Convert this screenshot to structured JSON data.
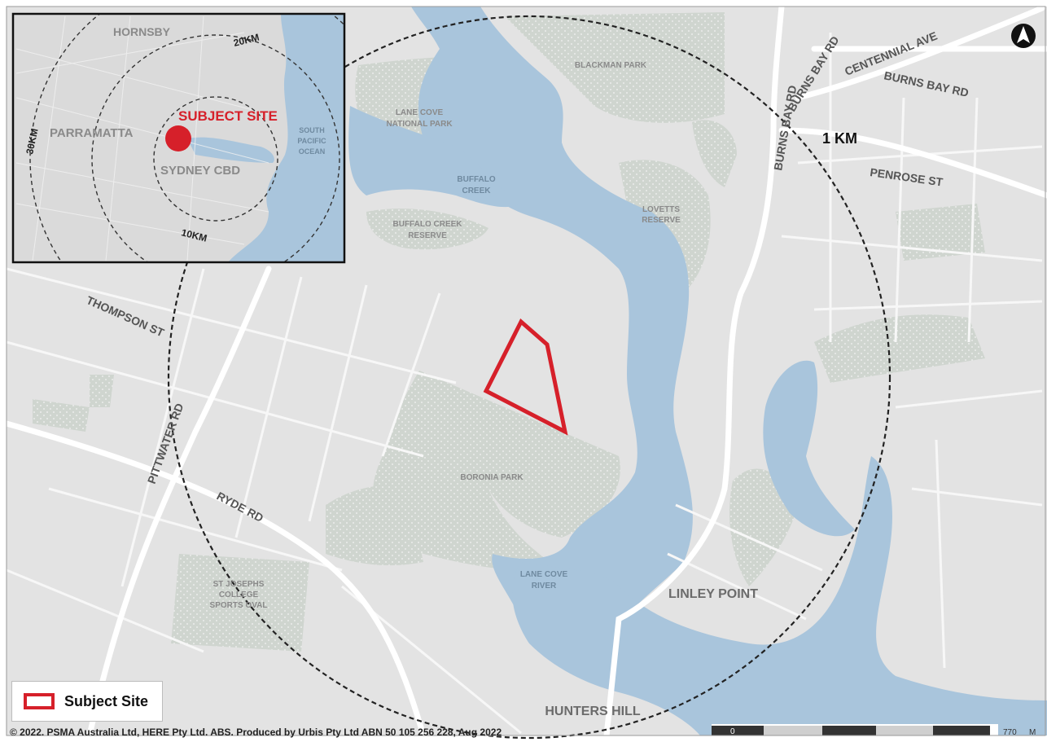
{
  "main_map": {
    "radius_label": "1 KM",
    "roads": {
      "centennial_ave": "CENTENNIAL AVE",
      "burns_bay_rd_top": "BURNS BAY RD",
      "burns_bay_rd_right": "BURNS BAY RD",
      "burns_bay_rd_vertical": "BURNS BAY RD",
      "penrose_st": "PENROSE ST",
      "thompson_st": "THOMPSON ST",
      "pittwater_rd": "PITTWATER RD",
      "ryde_rd": "RYDE RD"
    },
    "places": {
      "blackman_park": "BLACKMAN PARK",
      "lane_cove_np_1": "LANE COVE",
      "lane_cove_np_2": "NATIONAL PARK",
      "buffalo_creek_1": "BUFFALO",
      "buffalo_creek_2": "CREEK",
      "buffalo_creek_reserve_1": "BUFFALO CREEK",
      "buffalo_creek_reserve_2": "RESERVE",
      "lovetts_reserve_1": "LOVETTS",
      "lovetts_reserve_2": "RESERVE",
      "boronia_park": "BORONIA PARK",
      "lane_cove_river_1": "LANE COVE",
      "lane_cove_river_2": "RIVER",
      "st_josephs_1": "ST JOSEPHS",
      "st_josephs_2": "COLLEGE",
      "st_josephs_3": "SPORTS OVAL",
      "linley_point": "LINLEY POINT",
      "hunters_hill": "HUNTERS HILL"
    }
  },
  "inset_map": {
    "ring_20km": "20KM",
    "ring_30km": "30KM",
    "ring_10km": "10KM",
    "hornsby": "HORNSBY",
    "parramatta": "PARRAMATTA",
    "sydney_cbd": "SYDNEY CBD",
    "ocean_1": "SOUTH",
    "ocean_2": "PACIFIC",
    "ocean_3": "OCEAN",
    "subject_site": "SUBJECT SITE"
  },
  "legend": {
    "label": "Subject Site"
  },
  "scale_bar": {
    "start": "0",
    "end": "770",
    "unit": "M"
  },
  "attribution": "© 2022. PSMA Australia Ltd, HERE Pty Ltd. ABS. Produced by Urbis Pty Ltd ABN 50 105 256 228, Aug 2022",
  "colors": {
    "land": "#e3e3e3",
    "water": "#a9c5dc",
    "park": "#cfd5cf",
    "road": "#ffffff",
    "accent": "#d6202a"
  },
  "icons": {
    "north": "north-arrow-icon"
  }
}
